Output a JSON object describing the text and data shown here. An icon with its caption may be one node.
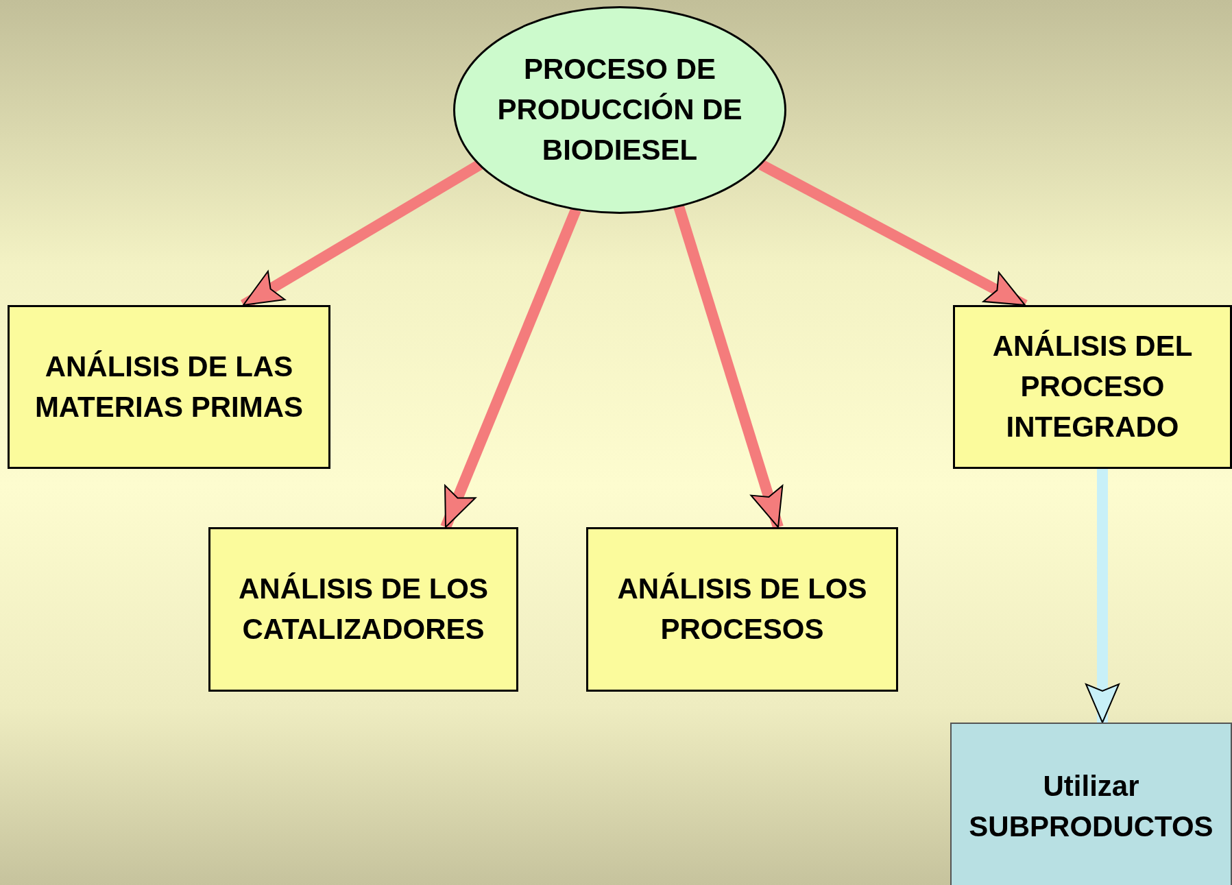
{
  "diagram": {
    "nodes": [
      {
        "text": [
          "PROCESO DE PRODUCCIÓN DE BIODIESEL"
        ]
      },
      {
        "text": [
          "ANÁLISIS DE LAS MATERIAS PRIMAS"
        ]
      },
      {
        "text": [
          "ANÁLISIS DEL PROCESO INTEGRADO"
        ]
      },
      {
        "text": [
          "ANÁLISIS DE LOS CATALIZADORES"
        ]
      },
      {
        "text": [
          "ANÁLISIS DE LOS PROCESOS"
        ]
      },
      {
        "text": [
          "Utilizar SUBPRODUCTOS"
        ]
      }
    ],
    "edges": [
      {
        "from": 0,
        "to": 1,
        "arrow": "to"
      },
      {
        "from": 0,
        "to": 3,
        "arrow": "to"
      },
      {
        "from": 0,
        "to": 4,
        "arrow": "to"
      },
      {
        "from": 0,
        "to": 2,
        "arrow": "to"
      },
      {
        "from": 2,
        "to": 5,
        "arrow": "to",
        "color": "#c8f0f8"
      }
    ]
  }
}
